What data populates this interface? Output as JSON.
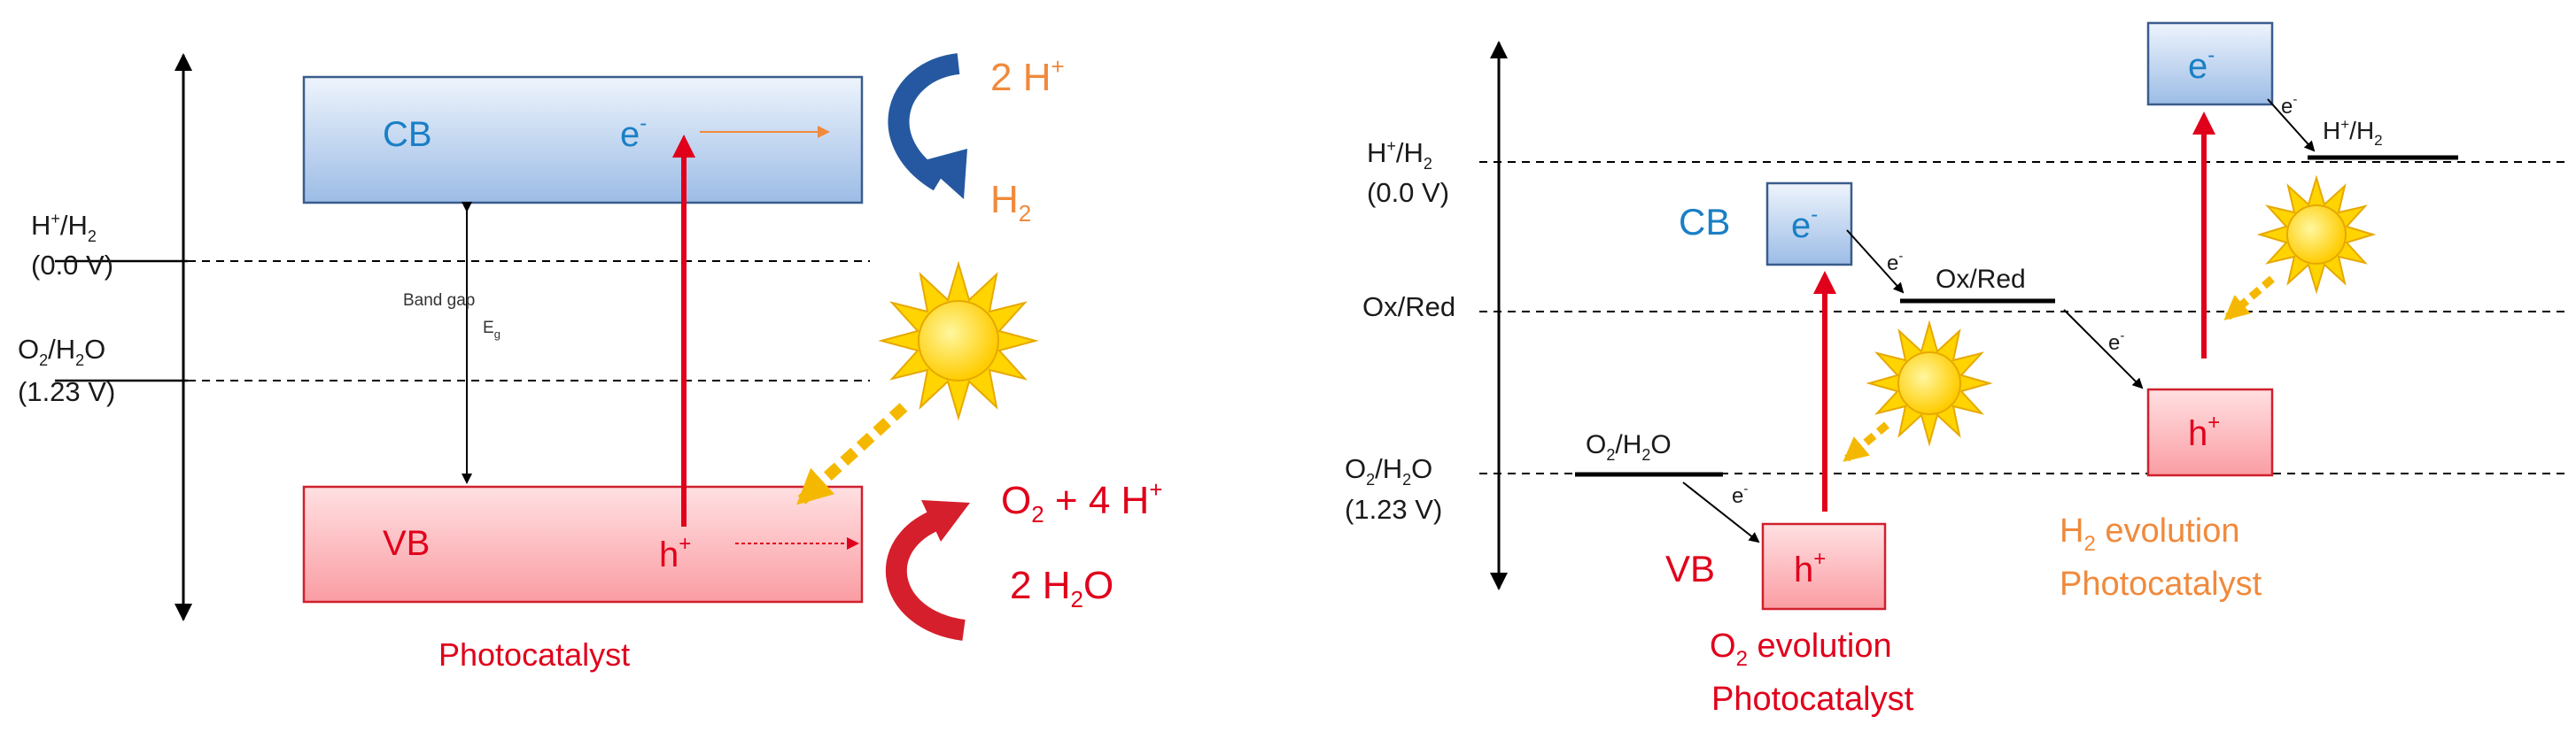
{
  "left": {
    "level_h2": {
      "main": "H",
      "sup": "+",
      "mid": "/H",
      "sub": "2",
      "value": "(0.0 V)"
    },
    "level_o2": {
      "a": "O",
      "a_sub": "2",
      "b": "/H",
      "b_sub": "2",
      "c": "O",
      "value": "(1.23 V)"
    },
    "cb_label": "CB",
    "vb_label": "VB",
    "electron": {
      "main": "e",
      "sup": "-"
    },
    "hole": {
      "main": "h",
      "sup": "+"
    },
    "band_gap_label": "Band gap",
    "eg_label": {
      "main": "E",
      "sub": "g"
    },
    "reaction_top_1": {
      "main": "2 H",
      "sup": "+"
    },
    "reaction_top_2": {
      "main": "H",
      "sub": "2"
    },
    "reaction_bottom_1": {
      "a": "O",
      "a_sub": "2",
      "b": " + 4 H",
      "sup": "+"
    },
    "reaction_bottom_2": {
      "a": "2 H",
      "sub": "2",
      "b": "O"
    },
    "caption": "Photocatalyst"
  },
  "right": {
    "level_h2": {
      "main": "H",
      "sup": "+",
      "mid": "/H",
      "sub": "2",
      "value": "(0.0 V)"
    },
    "level_oxred": "Ox/Red",
    "level_o2": {
      "a": "O",
      "a_sub": "2",
      "b": "/H",
      "b_sub": "2",
      "c": "O",
      "value": "(1.23 V)"
    },
    "cb_label": "CB",
    "vb_label": "VB",
    "electron": {
      "main": "e",
      "sup": "-"
    },
    "hole": {
      "main": "h",
      "sup": "+"
    },
    "mediator_label": "Ox/Red",
    "h2_level_label": {
      "main": "H",
      "sup": "+",
      "mid": "/H",
      "sub": "2"
    },
    "o2_level_label": {
      "a": "O",
      "a_sub": "2",
      "b": "/H",
      "b_sub": "2",
      "c": "O"
    },
    "o2_caption_1": {
      "a": "O",
      "sub": "2",
      "b": " evolution"
    },
    "o2_caption_2": "Photocatalyst",
    "h2_caption_1": {
      "a": "H",
      "sub": "2",
      "b": " evolution"
    },
    "h2_caption_2": "Photocatalyst"
  },
  "colors": {
    "cb_blue": "#4a7fc2",
    "vb_red": "#e0233a",
    "arrow_red": "#e0001b",
    "orange": "#f08a3c",
    "blue_text": "#1a7fc5",
    "sun": "#ffd400"
  }
}
